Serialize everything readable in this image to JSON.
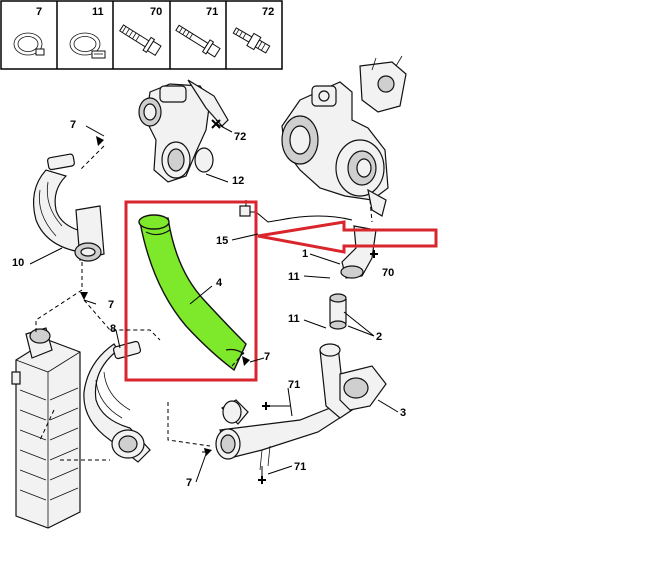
{
  "legend": {
    "cells": [
      {
        "num": "7",
        "icon": "hose-clamp-band-icon"
      },
      {
        "num": "11",
        "icon": "hose-clamp-screw-icon"
      },
      {
        "num": "70",
        "icon": "flange-bolt-icon"
      },
      {
        "num": "71",
        "icon": "flange-bolt-long-icon"
      },
      {
        "num": "72",
        "icon": "stud-bolt-icon"
      }
    ]
  },
  "callouts": {
    "c7a": "7",
    "c72": "72",
    "c12": "12",
    "c10": "10",
    "c7b": "7",
    "c15": "15",
    "c1": "1",
    "c70": "70",
    "c11a": "11",
    "c4": "4",
    "c8": "8",
    "c11b": "11",
    "c2": "2",
    "c7c": "7",
    "c71a": "71",
    "c3": "3",
    "c7d": "7",
    "c71b": "71"
  },
  "highlight": {
    "part_number": "4",
    "hose_color": "#7ee82b",
    "frame_color": "#d9262c",
    "arrow_color": "#d9262c"
  }
}
